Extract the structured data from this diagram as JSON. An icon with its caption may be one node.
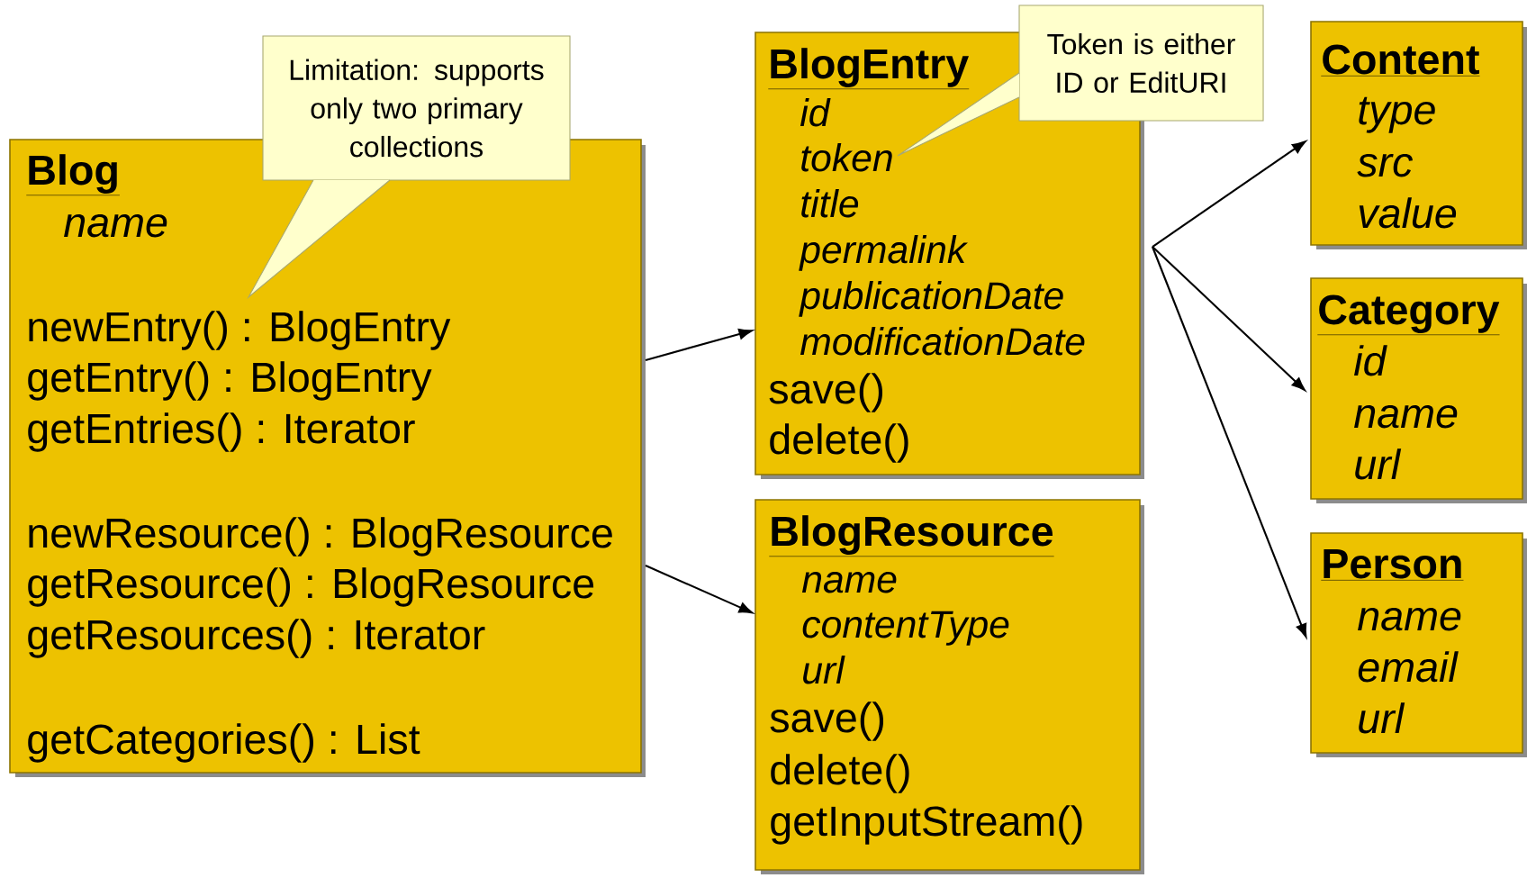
{
  "diagram": {
    "nodes": [
      {
        "text": [
          "Blog",
          "name",
          "newEntry() : BlogEntry",
          "getEntry() : BlogEntry",
          "getEntries() : Iterator",
          "newResource() : BlogResource",
          "getResource() : BlogResource",
          "getResources() : Iterator",
          "getCategories() : List"
        ]
      },
      {
        "text": [
          "Limitation: supports only two primary collections"
        ]
      },
      {
        "text": [
          "BlogEntry",
          "id",
          "token",
          "title",
          "permalink",
          "publicationDate",
          "modificationDate",
          "save()",
          "delete()"
        ]
      },
      {
        "text": [
          "Token is either ID or EditURI"
        ]
      },
      {
        "text": [
          "BlogResource",
          "name",
          "contentType",
          "url",
          "save()",
          "delete()",
          "getInputStream()"
        ]
      },
      {
        "text": [
          "Content",
          "type",
          "src",
          "value"
        ]
      },
      {
        "text": [
          "Category",
          "id",
          "name",
          "url"
        ]
      },
      {
        "text": [
          "Person",
          "name",
          "email",
          "url"
        ]
      }
    ],
    "edges": [
      {
        "from": 0,
        "to": 2,
        "arrow": "to"
      },
      {
        "from": 0,
        "to": 4,
        "arrow": "to"
      },
      {
        "from": 2,
        "to": 5,
        "arrow": "to"
      },
      {
        "from": 2,
        "to": 6,
        "arrow": "to"
      },
      {
        "from": 2,
        "to": 7,
        "arrow": "to"
      }
    ]
  }
}
